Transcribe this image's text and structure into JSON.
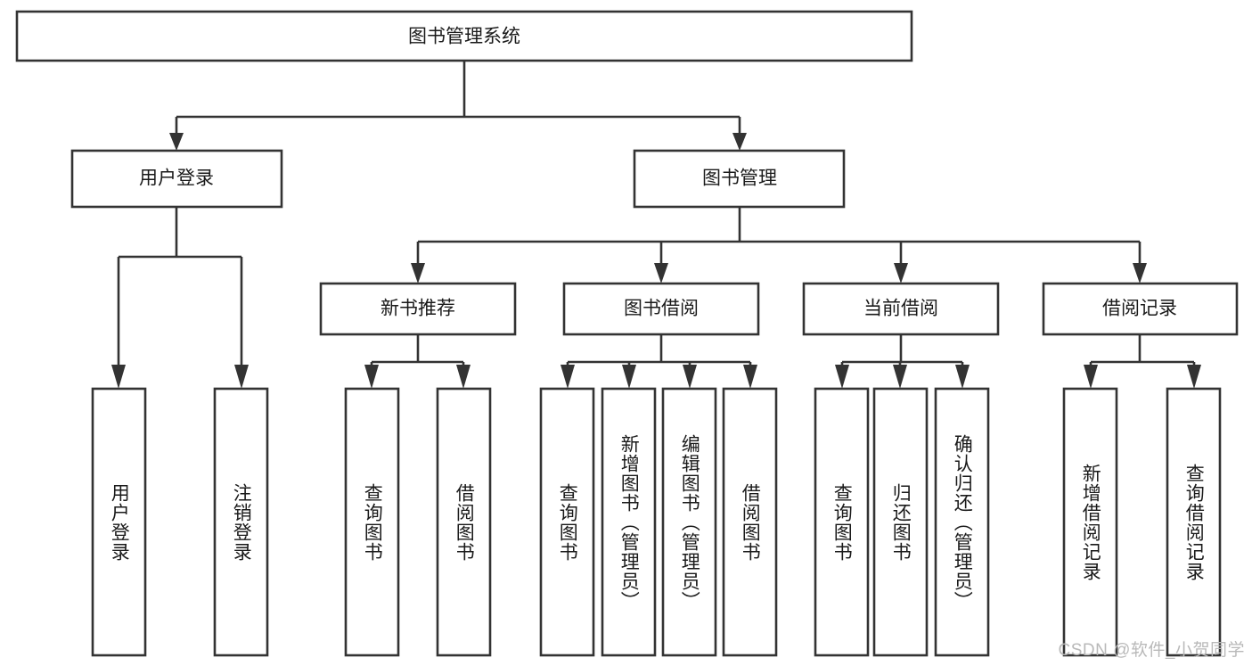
{
  "diagram": {
    "title": "图书管理系统",
    "type": "tree",
    "orientation": "top-down",
    "colors": {
      "stroke": "#333333",
      "fill": "#ffffff",
      "text": "#1a1a1a",
      "watermark": "#b9b9b9",
      "background": "#ffffff"
    },
    "root": {
      "label": "图书管理系统"
    },
    "level2": [
      {
        "label": "用户登录"
      },
      {
        "label": "图书管理"
      }
    ],
    "level3": [
      {
        "label": "新书推荐"
      },
      {
        "label": "图书借阅"
      },
      {
        "label": "当前借阅"
      },
      {
        "label": "借阅记录"
      }
    ],
    "leaves": {
      "user_login": [
        {
          "label": "用户登录"
        },
        {
          "label": "注销登录"
        }
      ],
      "new_book_recommend": [
        {
          "label": "查询图书"
        },
        {
          "label": "借阅图书"
        }
      ],
      "book_borrow": [
        {
          "label": "查询图书"
        },
        {
          "label": "新增图书（管理员）"
        },
        {
          "label": "编辑图书（管理员）"
        },
        {
          "label": "借阅图书"
        }
      ],
      "current_borrow": [
        {
          "label": "查询图书"
        },
        {
          "label": "归还图书"
        },
        {
          "label": "确认归还（管理员）"
        }
      ],
      "borrow_record": [
        {
          "label": "新增借阅记录"
        },
        {
          "label": "查询借阅记录"
        }
      ]
    }
  },
  "watermark": {
    "text": "CSDN @软件_小贺同学"
  }
}
